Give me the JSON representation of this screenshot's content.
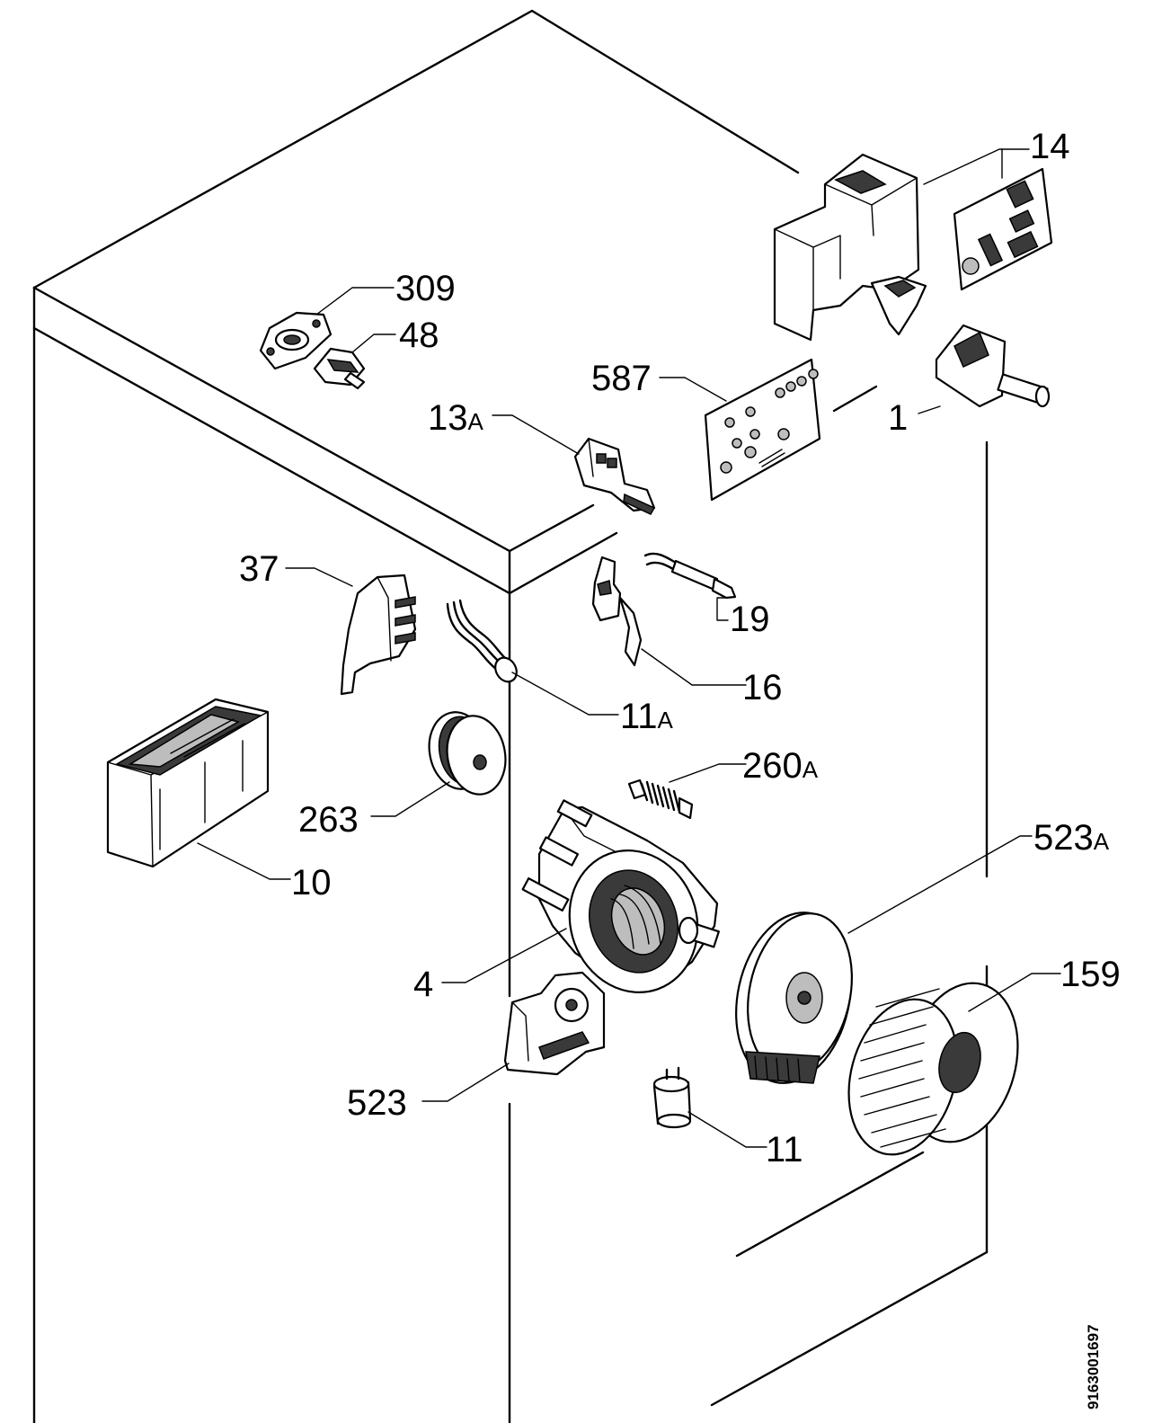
{
  "diagram": {
    "callouts": [
      {
        "id": "309",
        "label": "309"
      },
      {
        "id": "48",
        "label": "48"
      },
      {
        "id": "14",
        "label": "14"
      },
      {
        "id": "587",
        "label": "587"
      },
      {
        "id": "1",
        "label": "1"
      },
      {
        "id": "13A",
        "label": "13",
        "suffix": "A"
      },
      {
        "id": "37",
        "label": "37"
      },
      {
        "id": "19",
        "label": "19"
      },
      {
        "id": "16",
        "label": "16"
      },
      {
        "id": "11A",
        "label": "11",
        "suffix": "A"
      },
      {
        "id": "263",
        "label": "263"
      },
      {
        "id": "260A",
        "label": "260",
        "suffix": "A"
      },
      {
        "id": "10",
        "label": "10"
      },
      {
        "id": "523A",
        "label": "523",
        "suffix": "A"
      },
      {
        "id": "4",
        "label": "4"
      },
      {
        "id": "159",
        "label": "159"
      },
      {
        "id": "523",
        "label": "523"
      },
      {
        "id": "11",
        "label": "11"
      }
    ],
    "document_number": "9163001697"
  }
}
